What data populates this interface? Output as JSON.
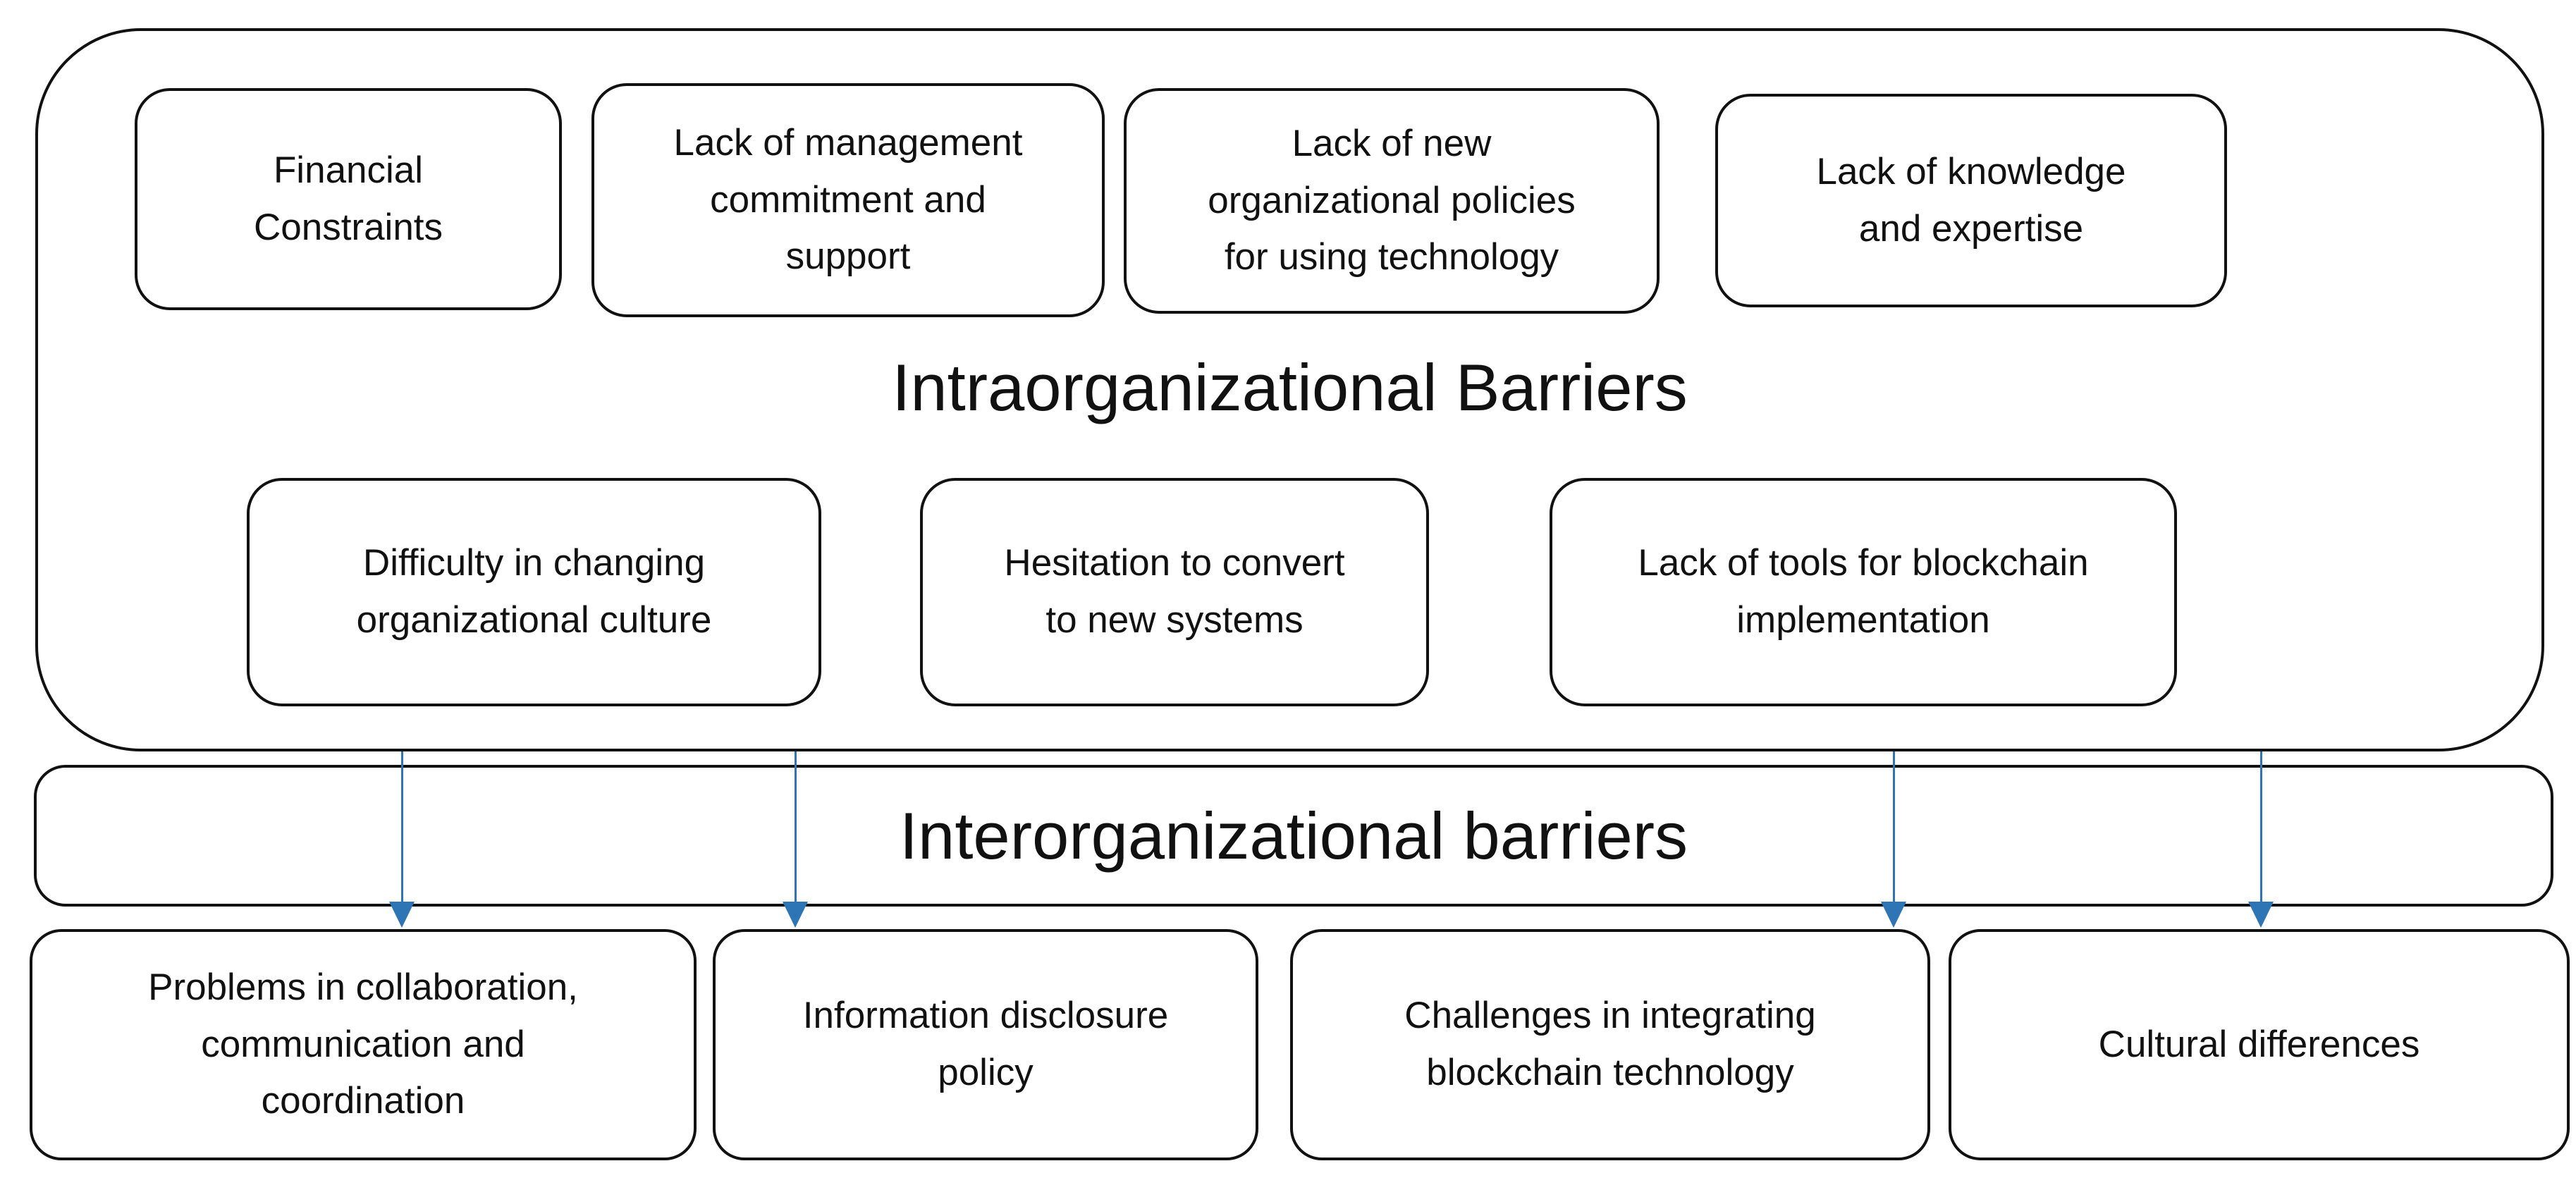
{
  "diagram": {
    "intra": {
      "title": "Intraorganizational Barriers",
      "top_row": [
        "Financial\nConstraints",
        "Lack of management\ncommitment and\nsupport",
        "Lack of new\norganizational policies\nfor using technology",
        "Lack of knowledge\nand expertise"
      ],
      "second_row": [
        "Difficulty in changing\norganizational culture",
        "Hesitation to convert\nto new systems",
        "Lack of tools for blockchain\nimplementation"
      ]
    },
    "inter": {
      "title": "Interorganizational barriers",
      "boxes": [
        "Problems in collaboration,\ncommunication and\ncoordination",
        "Information disclosure\npolicy",
        "Challenges in integrating\nblockchain technology",
        "Cultural differences"
      ]
    },
    "colors": {
      "border": "#111111",
      "text": "#111111",
      "arrow": "#2E75B6",
      "background": "#ffffff"
    }
  }
}
